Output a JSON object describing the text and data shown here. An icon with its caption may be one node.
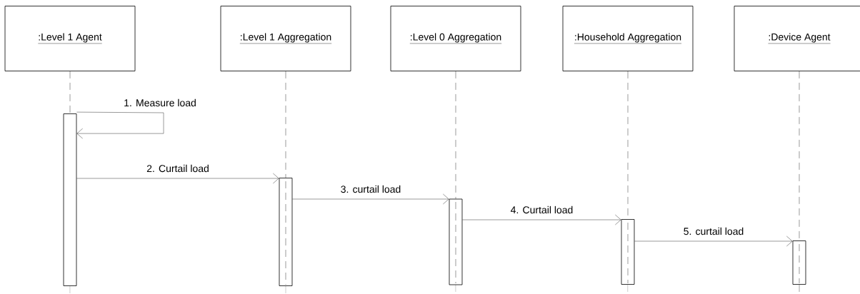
{
  "diagram": {
    "nodes": [
      {
        "text": [
          ":Level 1 Agent"
        ]
      },
      {
        "text": [
          ":Level 1 Aggregation"
        ]
      },
      {
        "text": [
          ":Level 0 Aggregation"
        ]
      },
      {
        "text": [
          ":Household Aggregation"
        ]
      },
      {
        "text": [
          ":Device Agent"
        ]
      },
      {
        "text": [],
        "shape": "bar"
      },
      {
        "text": [],
        "shape": "bar"
      },
      {
        "text": [],
        "shape": "bar"
      },
      {
        "text": [],
        "shape": "bar"
      },
      {
        "text": [],
        "shape": "bar"
      }
    ],
    "edges": [
      {
        "from": 0,
        "to": 5,
        "arrow": "none",
        "style": "dashed"
      },
      {
        "from": 1,
        "to": 6,
        "arrow": "none",
        "style": "dashed"
      },
      {
        "from": 2,
        "to": 7,
        "arrow": "none",
        "style": "dashed"
      },
      {
        "from": 3,
        "to": 8,
        "arrow": "none",
        "style": "dashed"
      },
      {
        "from": 4,
        "to": 9,
        "arrow": "none",
        "style": "dashed"
      },
      {
        "from": 5,
        "to": 5,
        "arrow": "to",
        "label": "1. Measure load"
      },
      {
        "from": 5,
        "to": 6,
        "arrow": "to",
        "label": "2. Curtail load"
      },
      {
        "from": 6,
        "to": 7,
        "arrow": "to",
        "label": "3. curtail load"
      },
      {
        "from": 7,
        "to": 8,
        "arrow": "to",
        "label": "4. Curtail load"
      },
      {
        "from": 8,
        "to": 9,
        "arrow": "to",
        "label": "5. curtail load"
      }
    ]
  }
}
